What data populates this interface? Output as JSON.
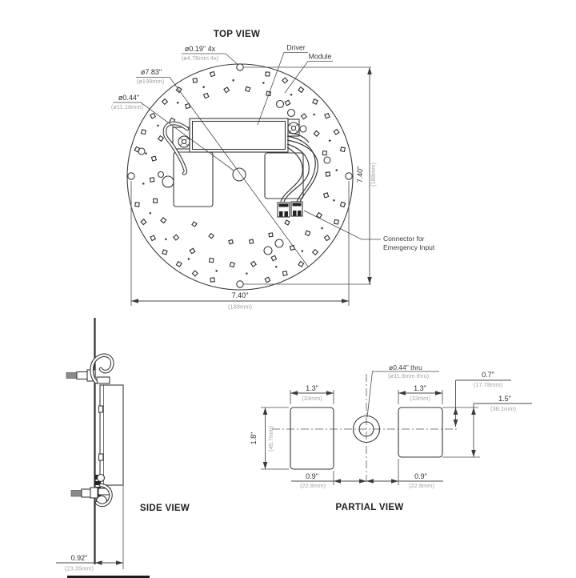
{
  "top": {
    "title": "TOP VIEW",
    "label_driver": "Driver",
    "label_module": "Module",
    "label_connector_1": "Connector for",
    "label_connector_2": "Emergency Input",
    "dim_holes_in": "ø0.19\" 4x",
    "dim_holes_mm": "(ø4.78mm 4x)",
    "dim_outer_in": "ø7.83\"",
    "dim_outer_mm": "(ø199mm)",
    "dim_hole_in": "ø0.44\"",
    "dim_hole_mm": "(ø11.18mm)",
    "dim_w_in": "7.40\"",
    "dim_w_mm": "(188mm)",
    "dim_h_in": "7.40\"",
    "dim_h_mm": "(188mm)"
  },
  "side": {
    "title": "SIDE VIEW",
    "dim_depth_in": "0.92\"",
    "dim_depth_mm": "(23.35mm)"
  },
  "partial": {
    "title": "PARTIAL VIEW",
    "dim_thru_in": "ø0.44\" thru",
    "dim_thru_mm": "(ø11.8mm thru)",
    "dim_w_left_in": "1.3\"",
    "dim_w_left_mm": "(33mm)",
    "dim_w_right_in": "1.3\"",
    "dim_w_right_mm": "(33mm)",
    "dim_h_in": "1.8\"",
    "dim_h_mm": "(45.7mm)",
    "dim_offset_in": "0.7\"",
    "dim_offset_mm": "(17.78mm)",
    "dim_rheight_in": "1.5\"",
    "dim_rheight_mm": "(38.1mm)",
    "dim_off_left_in": "0.9\"",
    "dim_off_left_mm": "(22.8mm)",
    "dim_off_right_in": "0.9\"",
    "dim_off_right_mm": "(22.8mm)"
  },
  "colors": {
    "line": "#3a3a3a",
    "text": "#2e2e2e",
    "secondary_text": "#a3a3a3",
    "background": "#ffffff"
  }
}
